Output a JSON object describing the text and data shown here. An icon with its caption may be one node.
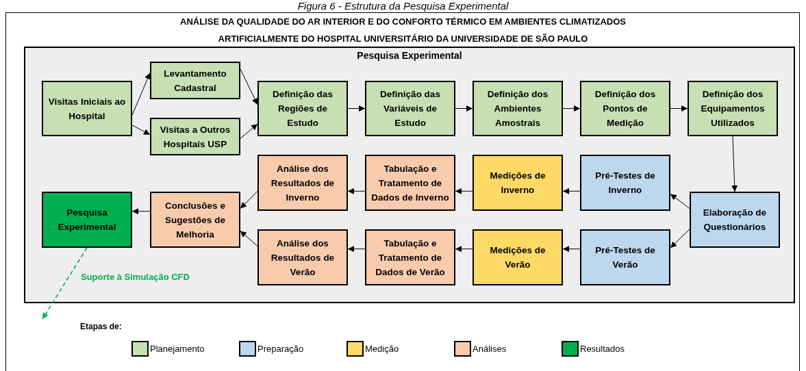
{
  "diagram": {
    "title": "ANÁLISE DA QUALIDADE DO AR INTERIOR E DO CONFORTO TÉRMICO EM AMBIENTES CLIMATIZADOS ARTIFICIALMENTE DO HOSPITAL UNIVERSITÁRIO DA UNIVERSIDADE DE SÃO PAULO",
    "caption": "Figura 6 - Estrutura da Pesquisa Experimental",
    "nodes": [
      {
        "text": [
          "Pesquisa Experimental"
        ]
      },
      {
        "text": [
          "Visitas Iniciais ao Hospital"
        ],
        "in": 0
      },
      {
        "text": [
          "Levantamento Cadastral"
        ],
        "in": 0
      },
      {
        "text": [
          "Visitas a Outros Hospitais USP"
        ],
        "in": 0
      },
      {
        "text": [
          "Definição das Regiões de Estudo"
        ],
        "in": 0
      },
      {
        "text": [
          "Definição das Variáveis de Estudo"
        ],
        "in": 0
      },
      {
        "text": [
          "Definição dos Ambientes Amostrais"
        ],
        "in": 0
      },
      {
        "text": [
          "Definição dos Pontos de Medição"
        ],
        "in": 0
      },
      {
        "text": [
          "Definição dos Equipamentos Utilizados"
        ],
        "in": 0
      },
      {
        "text": [
          "Análise dos Resultados de Inverno"
        ],
        "in": 0
      },
      {
        "text": [
          "Tabulação e Tratamento de Dados de Inverno"
        ],
        "in": 0
      },
      {
        "text": [
          "Medições de Inverno"
        ],
        "in": 0
      },
      {
        "text": [
          "Pré-Testes de Inverno"
        ],
        "in": 0
      },
      {
        "text": [
          "Pesquisa Experimental"
        ],
        "in": 0
      },
      {
        "text": [
          "Conclusões e Sugestões de Melhoria"
        ],
        "in": 0
      },
      {
        "text": [
          "Elaboração de Questionários"
        ],
        "in": 0
      },
      {
        "text": [
          "Análise dos Resultados de Verão"
        ],
        "in": 0
      },
      {
        "text": [
          "Tabulação e Tratamento de Dados de Verão"
        ],
        "in": 0
      },
      {
        "text": [
          "Medições de Verão"
        ],
        "in": 0
      },
      {
        "text": [
          "Pré-Testes de Verão"
        ],
        "in": 0
      }
    ],
    "edges": [
      {
        "from": 1,
        "to": 2,
        "arrow": "to"
      },
      {
        "from": 1,
        "to": 3,
        "arrow": "to"
      },
      {
        "from": 2,
        "to": 4,
        "arrow": "to"
      },
      {
        "from": 3,
        "to": 4,
        "arrow": "to"
      },
      {
        "from": 4,
        "to": 5,
        "arrow": "to"
      },
      {
        "from": 5,
        "to": 6,
        "arrow": "to"
      },
      {
        "from": 6,
        "to": 7,
        "arrow": "to"
      },
      {
        "from": 7,
        "to": 8,
        "arrow": "to"
      },
      {
        "from": 8,
        "to": 15,
        "arrow": "to"
      },
      {
        "from": 15,
        "to": 12,
        "arrow": "to"
      },
      {
        "from": 15,
        "to": 19,
        "arrow": "to"
      },
      {
        "from": 12,
        "to": 11,
        "arrow": "to"
      },
      {
        "from": 11,
        "to": 10,
        "arrow": "to"
      },
      {
        "from": 10,
        "to": 9,
        "arrow": "to"
      },
      {
        "from": 19,
        "to": 18,
        "arrow": "to"
      },
      {
        "from": 18,
        "to": 17,
        "arrow": "to"
      },
      {
        "from": 17,
        "to": 16,
        "arrow": "to"
      },
      {
        "from": 9,
        "to": 14,
        "arrow": "to"
      },
      {
        "from": 16,
        "to": 14,
        "arrow": "to"
      },
      {
        "from": 14,
        "to": 13,
        "arrow": "to"
      },
      {
        "from": 13,
        "to": null,
        "arrow": "to",
        "label": "Suporte à Simulação CFD",
        "style": "dashed",
        "color": "#00b050"
      }
    ],
    "labels": [
      "Etapas de:"
    ],
    "legend": [
      {
        "text": "Planejamento",
        "color": "#c6e0b4"
      },
      {
        "text": "Preparação",
        "color": "#bdd7ee"
      },
      {
        "text": "Medição",
        "color": "#ffd966"
      },
      {
        "text": "Análises",
        "color": "#f8cbad"
      },
      {
        "text": "Resultados",
        "color": "#00b050"
      }
    ]
  }
}
